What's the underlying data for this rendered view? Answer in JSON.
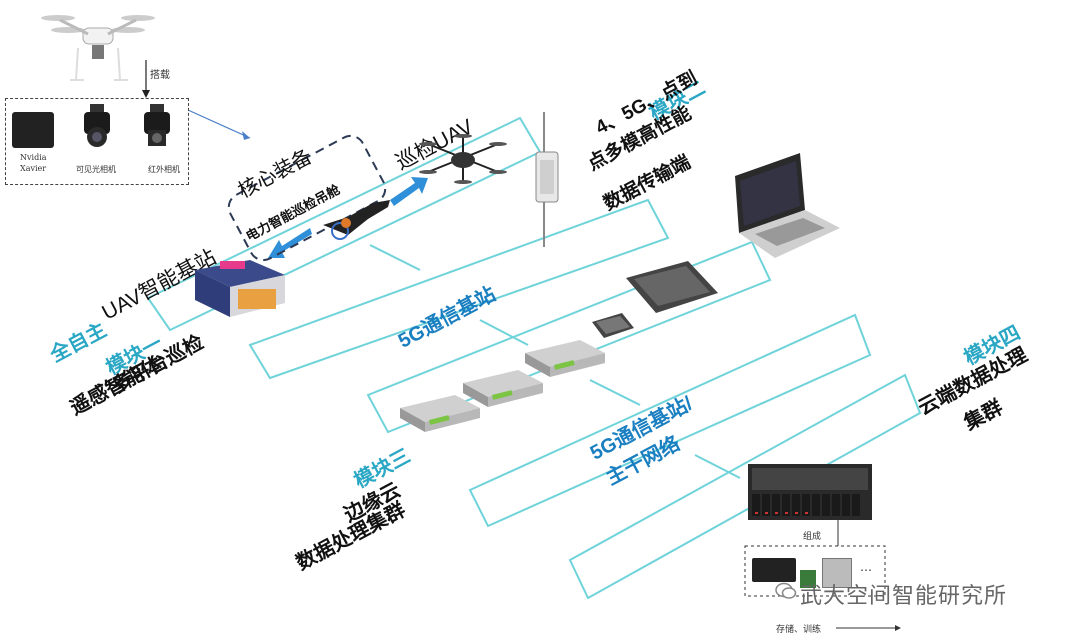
{
  "top_left": {
    "mount_label": "搭载",
    "hardware": [
      {
        "label": "Nvidia",
        "label2": "Xavier"
      },
      {
        "label": "可见光相机"
      },
      {
        "label": "红外相机"
      }
    ]
  },
  "core_equipment": {
    "title": "核心装备",
    "pod": "电力智能巡检吊舱"
  },
  "uav_station": "UAV智能基站",
  "inspect_uav": "巡检UAV",
  "module1": {
    "tag": "模块一",
    "line1a": "全自主",
    "line1b": "多平台巡检",
    "line2": "遥感智能体"
  },
  "module2": {
    "tag": "模块二",
    "line1": "4、5G、点到",
    "line2": "点多模高性能",
    "line3": "数据传输端"
  },
  "module3": {
    "tag": "模块三",
    "line1": "边缘云",
    "line2": "数据处理集群"
  },
  "module4": {
    "tag": "模块四",
    "line1": "云端数据处理",
    "line2": "集群"
  },
  "band_5g": "5G通信基站",
  "band_backbone": {
    "line1": "5G通信基站/",
    "line2": "主干网络"
  },
  "server_group": {
    "compose": "组成",
    "storage": "存储、训练",
    "ellipsis": "…"
  },
  "watermark": "武大空间智能研究所",
  "colors": {
    "band": "#5fd0d8",
    "teal_text": "#2aa7c4",
    "arrow": "#2f8fd8",
    "band_text": "#1a7fc0"
  }
}
